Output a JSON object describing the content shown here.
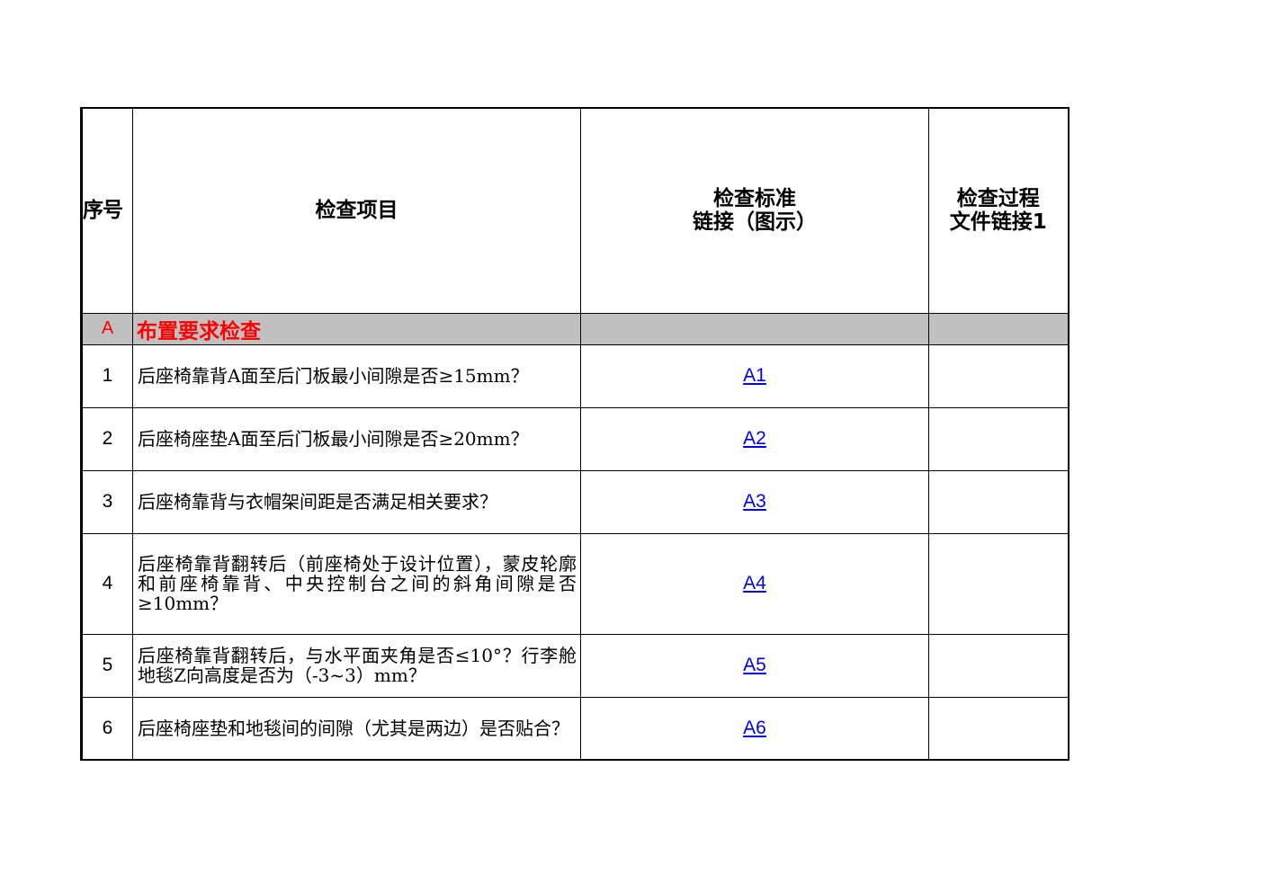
{
  "header": {
    "seq_label": "序号",
    "item_label": "检查项目",
    "standard_label_line1": "检查标准",
    "standard_label_line2": "链接（图示）",
    "process_label_line1": "检查过程",
    "process_label_line2": "文件链接1"
  },
  "section": {
    "label": "A",
    "title": "布置要求检查"
  },
  "rows": [
    {
      "seq": "1",
      "item": "后座椅靠背A面至后门板最小间隙是否≥15mm？",
      "link": "A1",
      "process": ""
    },
    {
      "seq": "2",
      "item": "后座椅座垫A面至后门板最小间隙是否≥20mm？",
      "link": "A2",
      "process": ""
    },
    {
      "seq": "3",
      "item": "后座椅靠背与衣帽架间距是否满足相关要求？",
      "link": "A3",
      "process": ""
    },
    {
      "seq": "4",
      "item": "后座椅靠背翻转后（前座椅处于设计位置），蒙皮轮廓和前座椅靠背、中央控制台之间的斜角间隙是否≥10mm？",
      "link": "A4",
      "process": ""
    },
    {
      "seq": "5",
      "item": "后座椅靠背翻转后，与水平面夹角是否≤10°？行李舱地毯Z向高度是否为（-3~3）mm？",
      "link": "A5",
      "process": ""
    },
    {
      "seq": "6",
      "item": "后座椅座垫和地毯间的间隙（尤其是两边）是否贴合？",
      "link": "A6",
      "process": ""
    }
  ],
  "colors": {
    "section_bg": "#c0c0c0",
    "section_text": "#ff0000",
    "link": "#0000ee",
    "border": "#000000"
  }
}
